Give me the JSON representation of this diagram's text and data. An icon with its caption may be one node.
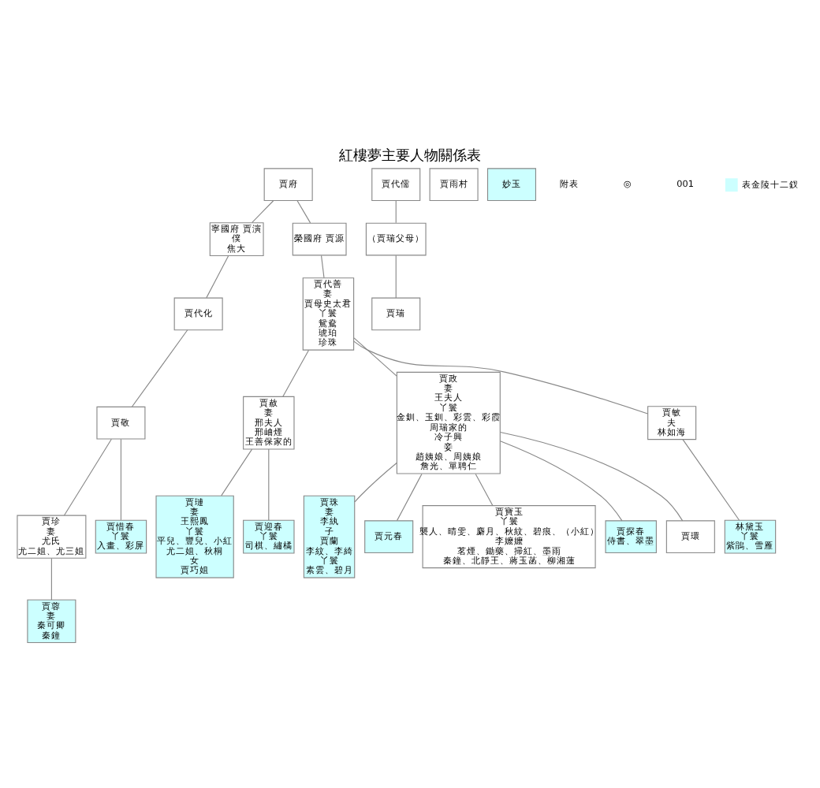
{
  "diagram": {
    "title": "紅樓夢主要人物關係表",
    "nodes": [
      {
        "text": [
          "賈府"
        ]
      },
      {
        "text": [
          "寧國府 賈演",
          "僕",
          "焦大"
        ]
      },
      {
        "text": [
          "榮國府 賈源"
        ]
      },
      {
        "text": [
          "賈代化"
        ]
      },
      {
        "text": [
          "賈代善",
          "妻",
          "賈母史太君",
          "丫鬟",
          "鴛鴦",
          "琥珀",
          "珍珠"
        ]
      },
      {
        "text": [
          "賈敬"
        ]
      },
      {
        "text": [
          "賈赦",
          "妻",
          "邢夫人",
          "邢岫煙",
          "王善保家的"
        ]
      },
      {
        "text": [
          "賈政",
          "妻",
          "王夫人",
          "丫鬟",
          "金釧、玉釧、彩雲、彩霞",
          "周瑞家的",
          "冷子興",
          "妾",
          "趙姨娘、周姨娘",
          "詹光、單聘仁"
        ]
      },
      {
        "text": [
          "賈敏",
          "夫",
          "林如海"
        ]
      },
      {
        "text": [
          "賈代儒"
        ]
      },
      {
        "text": [
          "（賈瑞父母）"
        ]
      },
      {
        "text": [
          "賈瑞"
        ]
      },
      {
        "text": [
          "賈雨村"
        ]
      },
      {
        "text": [
          "賈珍",
          "妻",
          "尤氏",
          "尤二姐、尤三姐"
        ]
      },
      {
        "text": [
          "賈惜春",
          "丫鬟",
          "入畫、彩屏"
        ]
      },
      {
        "text": [
          "賈璉",
          "妻",
          "王熙鳳",
          "丫鬟",
          "平兒、豐兒、小紅",
          "尤二姐、秋桐",
          "女",
          "賈巧姐"
        ]
      },
      {
        "text": [
          "賈迎春",
          "丫鬟",
          "司棋、繡橘"
        ]
      },
      {
        "text": [
          "賈珠",
          "妻",
          "李紈",
          "子",
          "賈蘭",
          "李紋、李綺",
          "丫鬟",
          "素雲、碧月"
        ]
      },
      {
        "text": [
          "賈元春"
        ]
      },
      {
        "text": [
          "賈寶玉",
          "丫鬟",
          "襲人、晴雯、麝月、秋紋、碧痕、（小紅）",
          "李嬤嬤",
          "茗煙、鋤藥、掃紅、墨雨",
          "秦鐘、北靜王、蔣玉菡、柳湘蓮"
        ]
      },
      {
        "text": [
          "賈探春",
          "侍書、翠墨"
        ]
      },
      {
        "text": [
          "賈環"
        ]
      },
      {
        "text": [
          "林黛玉",
          "丫鬟",
          "紫鵑、雪雁"
        ]
      },
      {
        "text": [
          "妙玉"
        ]
      },
      {
        "text": [
          "賈蓉",
          "妻",
          "秦可卿",
          "秦鐘"
        ]
      }
    ],
    "edges": [
      {
        "from": 0,
        "to": 1,
        "arrow": "none"
      },
      {
        "from": 0,
        "to": 2,
        "arrow": "none"
      },
      {
        "from": 1,
        "to": 3,
        "arrow": "none"
      },
      {
        "from": 2,
        "to": 4,
        "arrow": "none"
      },
      {
        "from": 3,
        "to": 5,
        "arrow": "none"
      },
      {
        "from": 4,
        "to": 6,
        "arrow": "none"
      },
      {
        "from": 4,
        "to": 7,
        "arrow": "none"
      },
      {
        "from": 4,
        "to": 8,
        "arrow": "none"
      },
      {
        "from": 9,
        "to": 10,
        "arrow": "none"
      },
      {
        "from": 10,
        "to": 11,
        "arrow": "none"
      },
      {
        "from": 5,
        "to": 13,
        "arrow": "none"
      },
      {
        "from": 5,
        "to": 14,
        "arrow": "none"
      },
      {
        "from": 6,
        "to": 15,
        "arrow": "none"
      },
      {
        "from": 6,
        "to": 16,
        "arrow": "none"
      },
      {
        "from": 7,
        "to": 17,
        "arrow": "none"
      },
      {
        "from": 7,
        "to": 18,
        "arrow": "none"
      },
      {
        "from": 7,
        "to": 19,
        "arrow": "none"
      },
      {
        "from": 7,
        "to": 20,
        "arrow": "none"
      },
      {
        "from": 7,
        "to": 21,
        "arrow": "none"
      },
      {
        "from": 8,
        "to": 22,
        "arrow": "none"
      },
      {
        "from": 13,
        "to": 24,
        "arrow": "none"
      }
    ],
    "labels": [
      "附表",
      "◎",
      "001"
    ],
    "legend": [
      {
        "text": "表金陵十二釵",
        "color": "#ccffff"
      }
    ]
  }
}
